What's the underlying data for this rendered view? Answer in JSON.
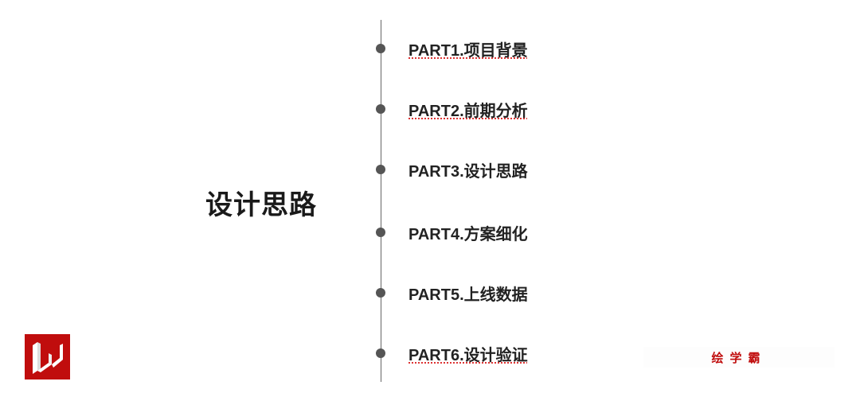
{
  "slide": {
    "title": "设计思路",
    "items": [
      {
        "label": "PART1.项目背景",
        "spell_flag": true
      },
      {
        "label": "PART2.前期分析",
        "spell_flag": true
      },
      {
        "label": "PART3.设计思路",
        "spell_flag": false
      },
      {
        "label": "PART4.方案细化",
        "spell_flag": false
      },
      {
        "label": "PART5.上线数据",
        "spell_flag": false
      },
      {
        "label": "PART6.设计验证",
        "spell_flag": true
      }
    ]
  },
  "watermark": {
    "text": "绘学霸",
    "logo_letter": "W"
  },
  "colors": {
    "brand_red": "#c00d0d",
    "text": "#222222",
    "timeline": "#555555"
  }
}
